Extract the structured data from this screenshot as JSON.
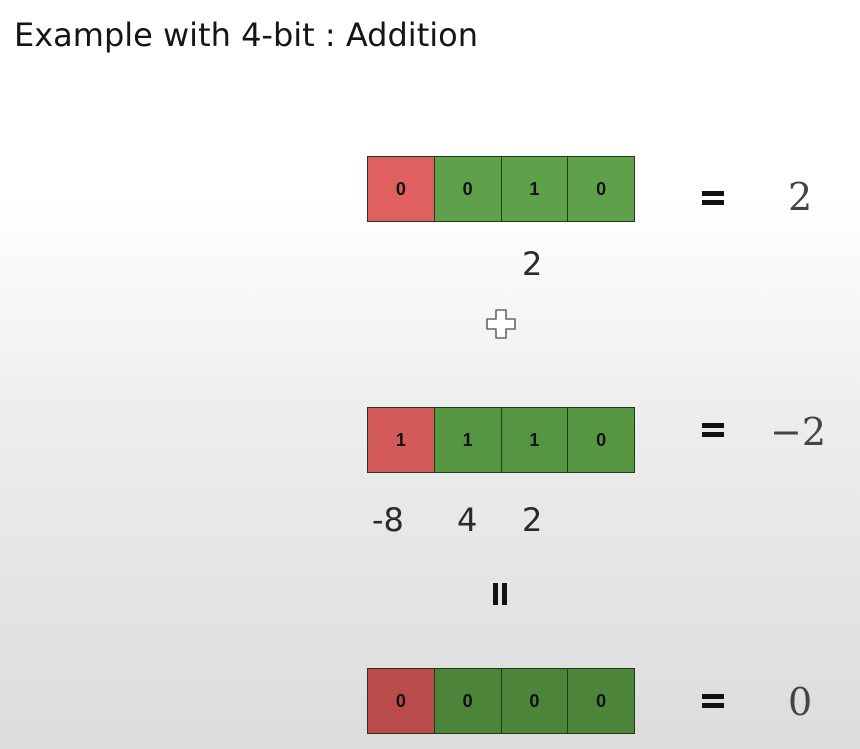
{
  "title": "Example with 4-bit : Addition",
  "rows": [
    {
      "bits": [
        "0",
        "0",
        "1",
        "0"
      ],
      "result": "2"
    },
    {
      "bits": [
        "1",
        "1",
        "1",
        "0"
      ],
      "result": "−2"
    },
    {
      "bits": [
        "0",
        "0",
        "0",
        "0"
      ],
      "result": "0"
    }
  ],
  "weights_row1": [
    "2"
  ],
  "weights_row2": [
    "-8",
    "4",
    "2"
  ],
  "operator_icon": "plus-icon",
  "equals_icon": "vertical-equals-icon",
  "colors": {
    "sign_bit": "#e06060",
    "magnitude_bit": "#5fa14a",
    "border": "#1f3a17"
  }
}
